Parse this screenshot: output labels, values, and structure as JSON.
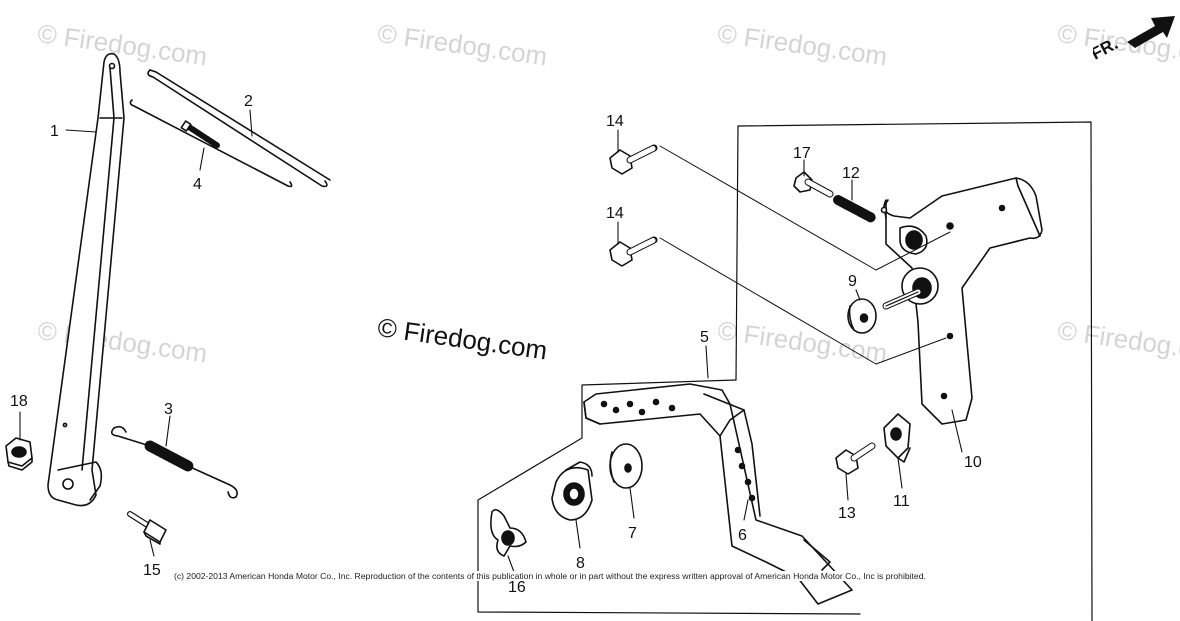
{
  "watermark_text": "© Firedog.com",
  "center_watermark": "© Firedog.com",
  "copyright": "(c) 2002-2013 American Honda Motor Co., Inc. Reproduction of the contents of this publication in whole or in part without the express written approval of American Honda Motor Co., Inc is prohibited.",
  "direction_label": "FR.",
  "part_labels": {
    "p1": "1",
    "p2": "2",
    "p3": "3",
    "p4": "4",
    "p5": "5",
    "p6": "6",
    "p7": "7",
    "p8": "8",
    "p9": "9",
    "p10": "10",
    "p11": "11",
    "p12": "12",
    "p13": "13",
    "p14a": "14",
    "p14b": "14",
    "p15": "15",
    "p16": "16",
    "p17": "17",
    "p18": "18"
  }
}
